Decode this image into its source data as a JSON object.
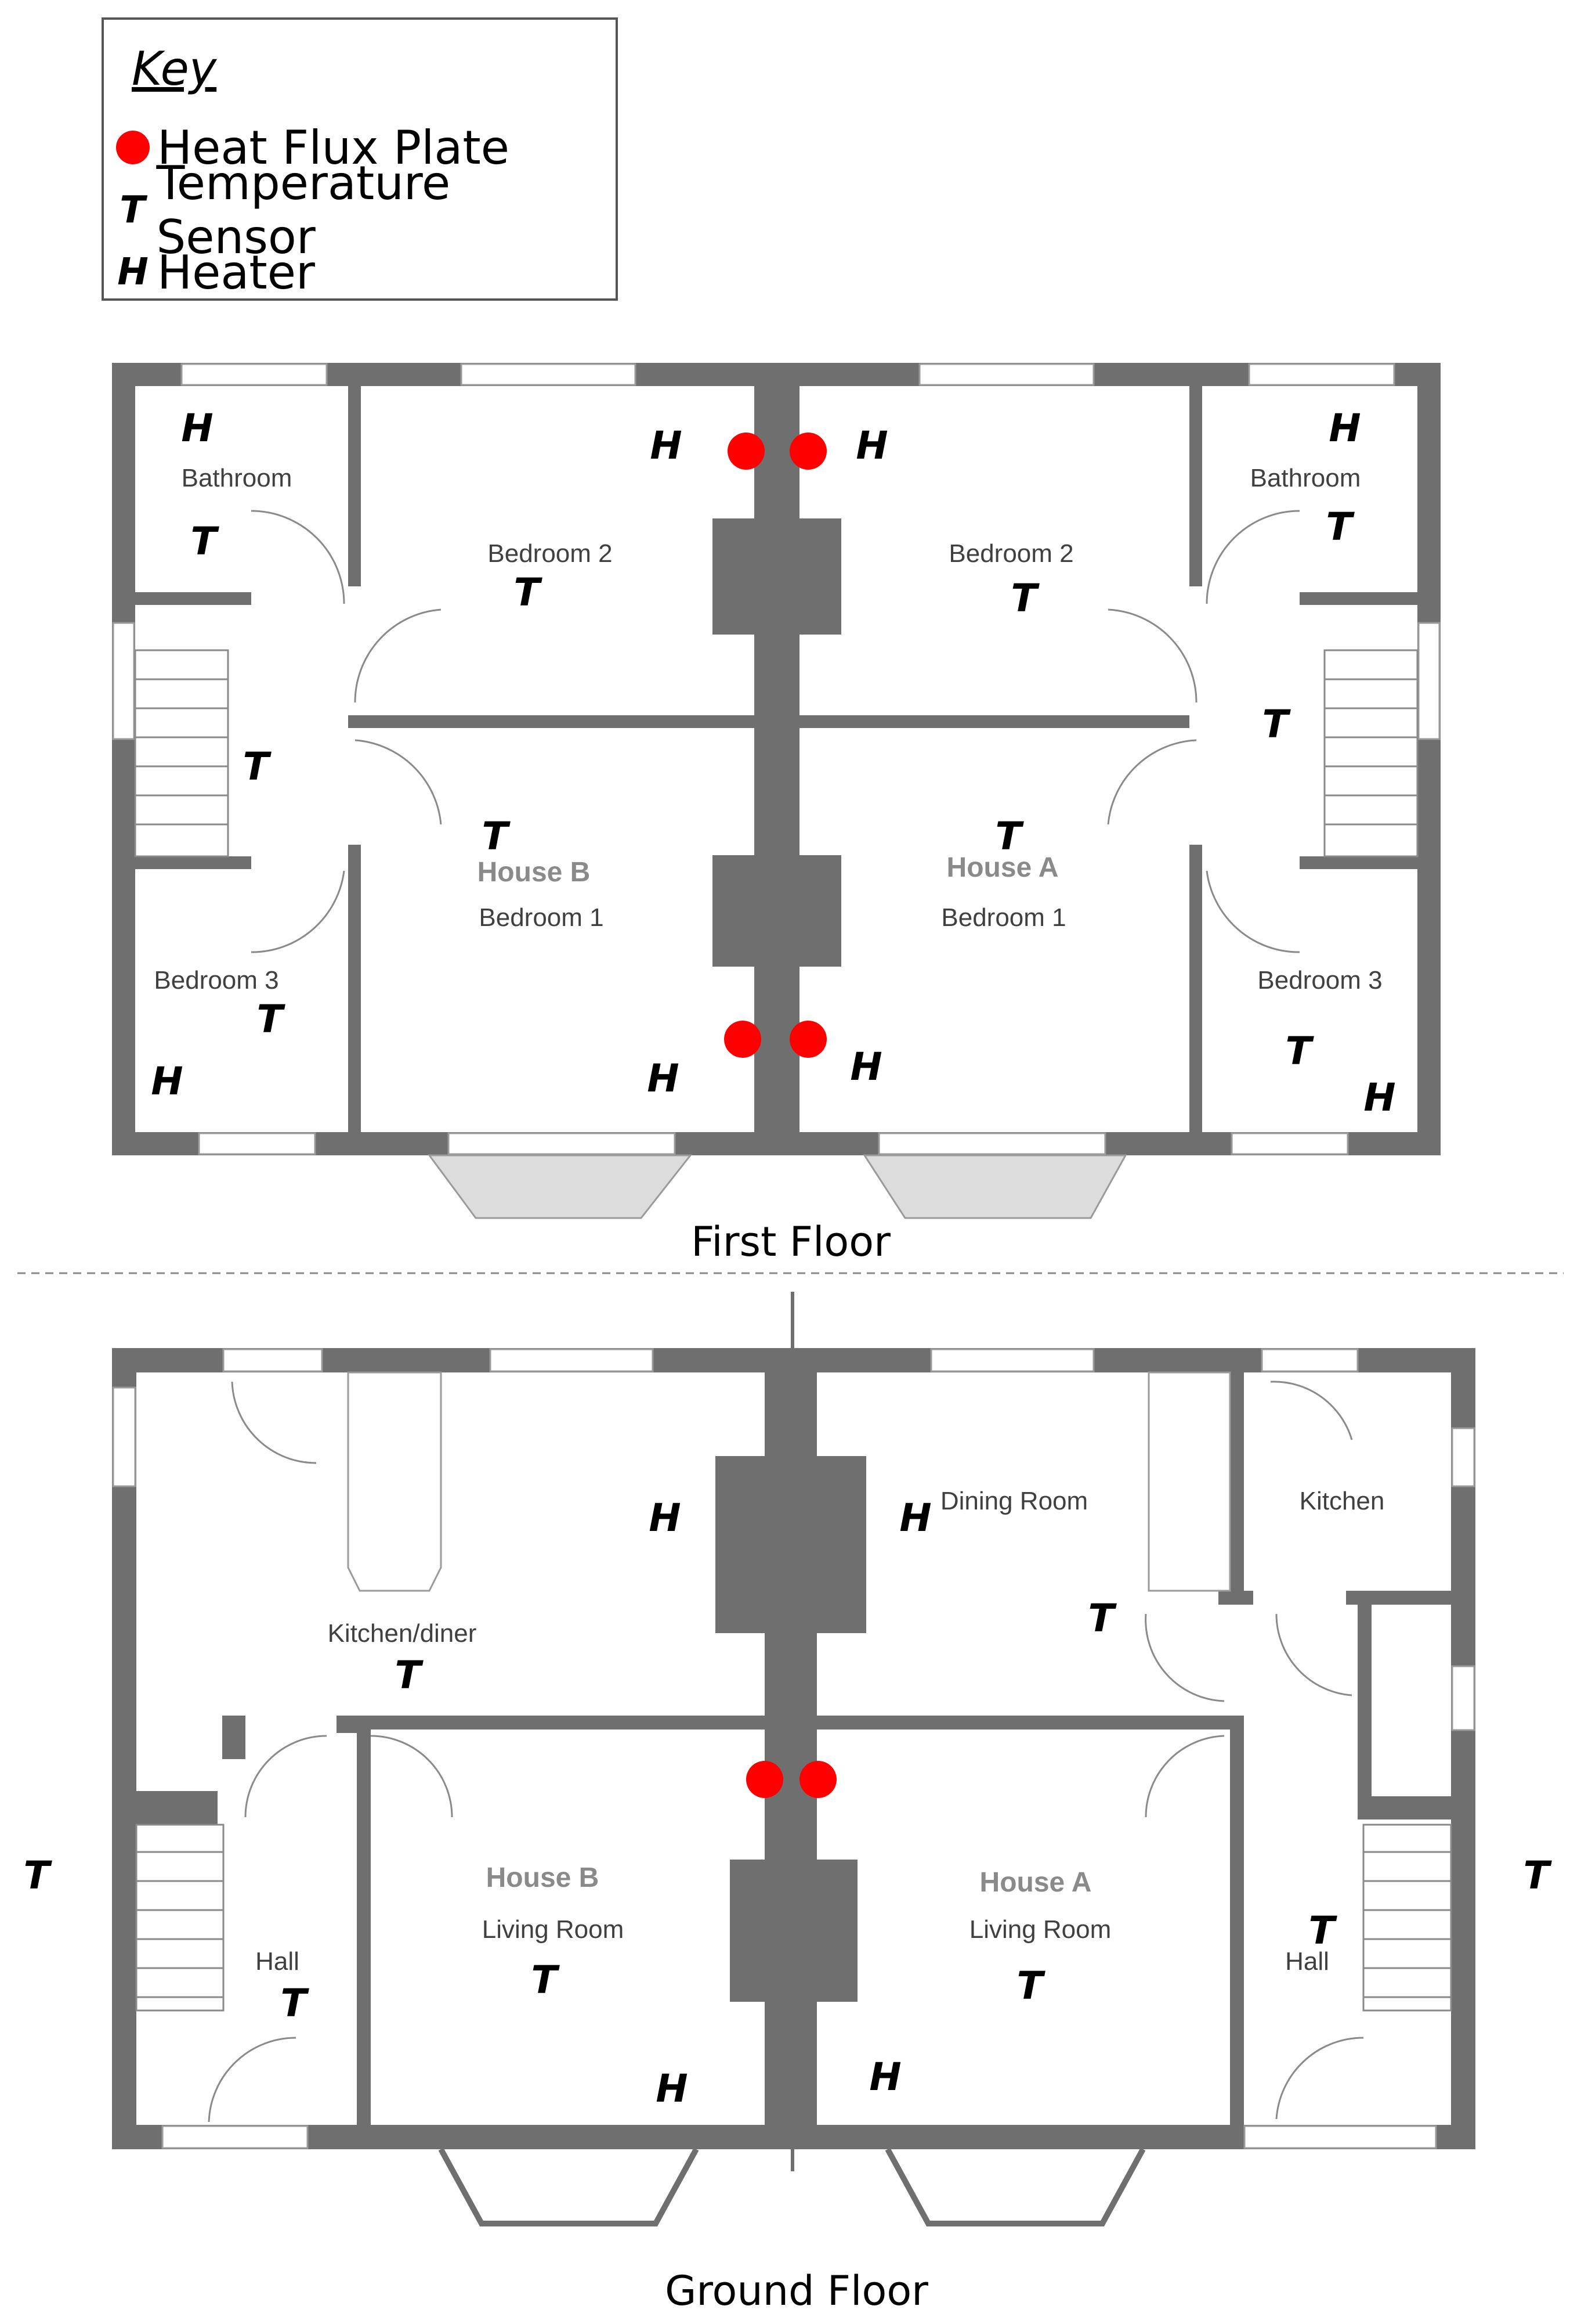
{
  "key": {
    "title": "Key",
    "heat_flux_plate": "Heat Flux Plate",
    "temperature_sensor": "Temperature Sensor",
    "heater": "Heater",
    "temperature_symbol": "T",
    "heater_symbol": "H"
  },
  "floors": {
    "first": "First Floor",
    "ground": "Ground Floor"
  },
  "houses": {
    "house_a": "House A",
    "house_b": "House B"
  },
  "rooms": {
    "bathroom": "Bathroom",
    "bedroom_1": "Bedroom 1",
    "bedroom_2": "Bedroom 2",
    "bedroom_3": "Bedroom 3",
    "kitchen_diner": "Kitchen/diner",
    "dining_room": "Dining Room",
    "kitchen": "Kitchen",
    "hall": "Hall",
    "living_room": "Living Room"
  },
  "colors": {
    "wall": "#6f6f6f",
    "chimney": "#6f6f6f",
    "heat_flux_plate": "#ff0000",
    "room_label": "#404040",
    "house_label": "#8a8a8a"
  }
}
